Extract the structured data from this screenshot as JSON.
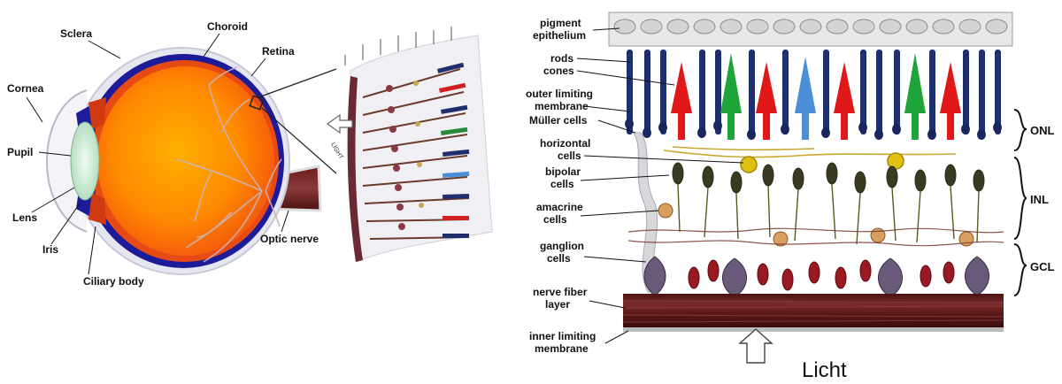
{
  "eye": {
    "labels": {
      "sclera": "Sclera",
      "choroid": "Choroid",
      "retina": "Retina",
      "cornea": "Cornea",
      "pupil": "Pupil",
      "lens": "Lens",
      "iris": "Iris",
      "ciliary_body": "Ciliary body",
      "optic_nerve": "Optic nerve"
    }
  },
  "inset": {
    "light_label": "LIGHT"
  },
  "retina": {
    "labels": {
      "pigment_1": "pigment",
      "pigment_2": "epithelium",
      "rods": "rods",
      "cones": "cones",
      "olm_1": "outer limiting",
      "olm_2": "membrane",
      "muller": "Müller cells",
      "horizontal_1": "horizontal",
      "horizontal_2": "cells",
      "bipolar_1": "bipolar",
      "bipolar_2": "cells",
      "amacrine_1": "amacrine",
      "amacrine_2": "cells",
      "ganglion_1": "ganglion",
      "ganglion_2": "cells",
      "nfl_1": "nerve fiber",
      "nfl_2": "layer",
      "ilm_1": "inner limiting",
      "ilm_2": "membrane"
    },
    "layers": {
      "onl": "ONL",
      "inl": "INL",
      "gcl": "GCL"
    },
    "light_text": "Licht"
  },
  "colors": {
    "sclera": "#d8d8e8",
    "choroid": "#1c1c9a",
    "retina_fill": "#f05a10",
    "vitreous_center": "#ffa000",
    "lens": "#cde8d6",
    "rod": "#1f2f6e",
    "cone_red": "#e01818",
    "cone_green": "#1fa43a",
    "cone_blue": "#4a8fd8",
    "nerve_layer": "#5a1a1a"
  }
}
